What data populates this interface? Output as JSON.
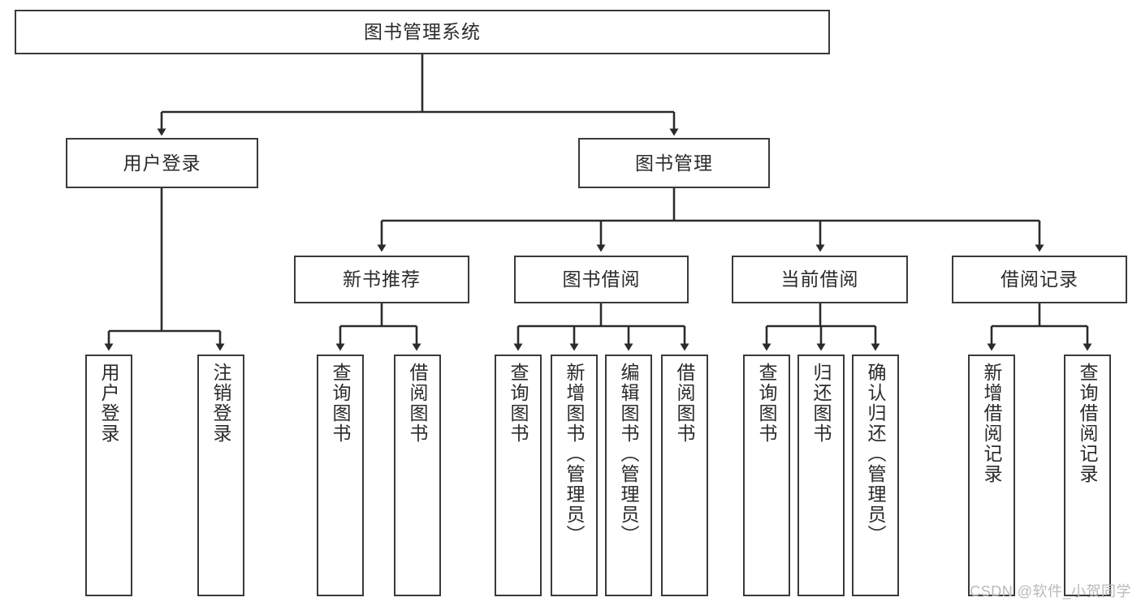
{
  "diagram": {
    "title": "图书管理系统",
    "type": "function-structure-tree",
    "watermark": "CSDN @软件_小贺同学",
    "colors": {
      "stroke": "#3a3a3a",
      "fill": "#ffffff",
      "text": "#2b2b2b",
      "watermark": "#b9b9b9"
    },
    "levels": {
      "root": {
        "label": "图书管理系统"
      },
      "level2": [
        {
          "label": "用户登录"
        },
        {
          "label": "图书管理"
        }
      ],
      "level3": [
        {
          "label": "新书推荐"
        },
        {
          "label": "图书借阅"
        },
        {
          "label": "当前借阅"
        },
        {
          "label": "借阅记录"
        }
      ],
      "leaves": [
        {
          "label": "用户登录"
        },
        {
          "label": "注销登录"
        },
        {
          "label": "查询图书"
        },
        {
          "label": "借阅图书"
        },
        {
          "label": "查询图书"
        },
        {
          "label": "新增图书（管理员）"
        },
        {
          "label": "编辑图书（管理员）"
        },
        {
          "label": "借阅图书"
        },
        {
          "label": "查询图书"
        },
        {
          "label": "归还图书"
        },
        {
          "label": "确认归还（管理员）"
        },
        {
          "label": "新增借阅记录"
        },
        {
          "label": "查询借阅记录"
        }
      ]
    }
  }
}
